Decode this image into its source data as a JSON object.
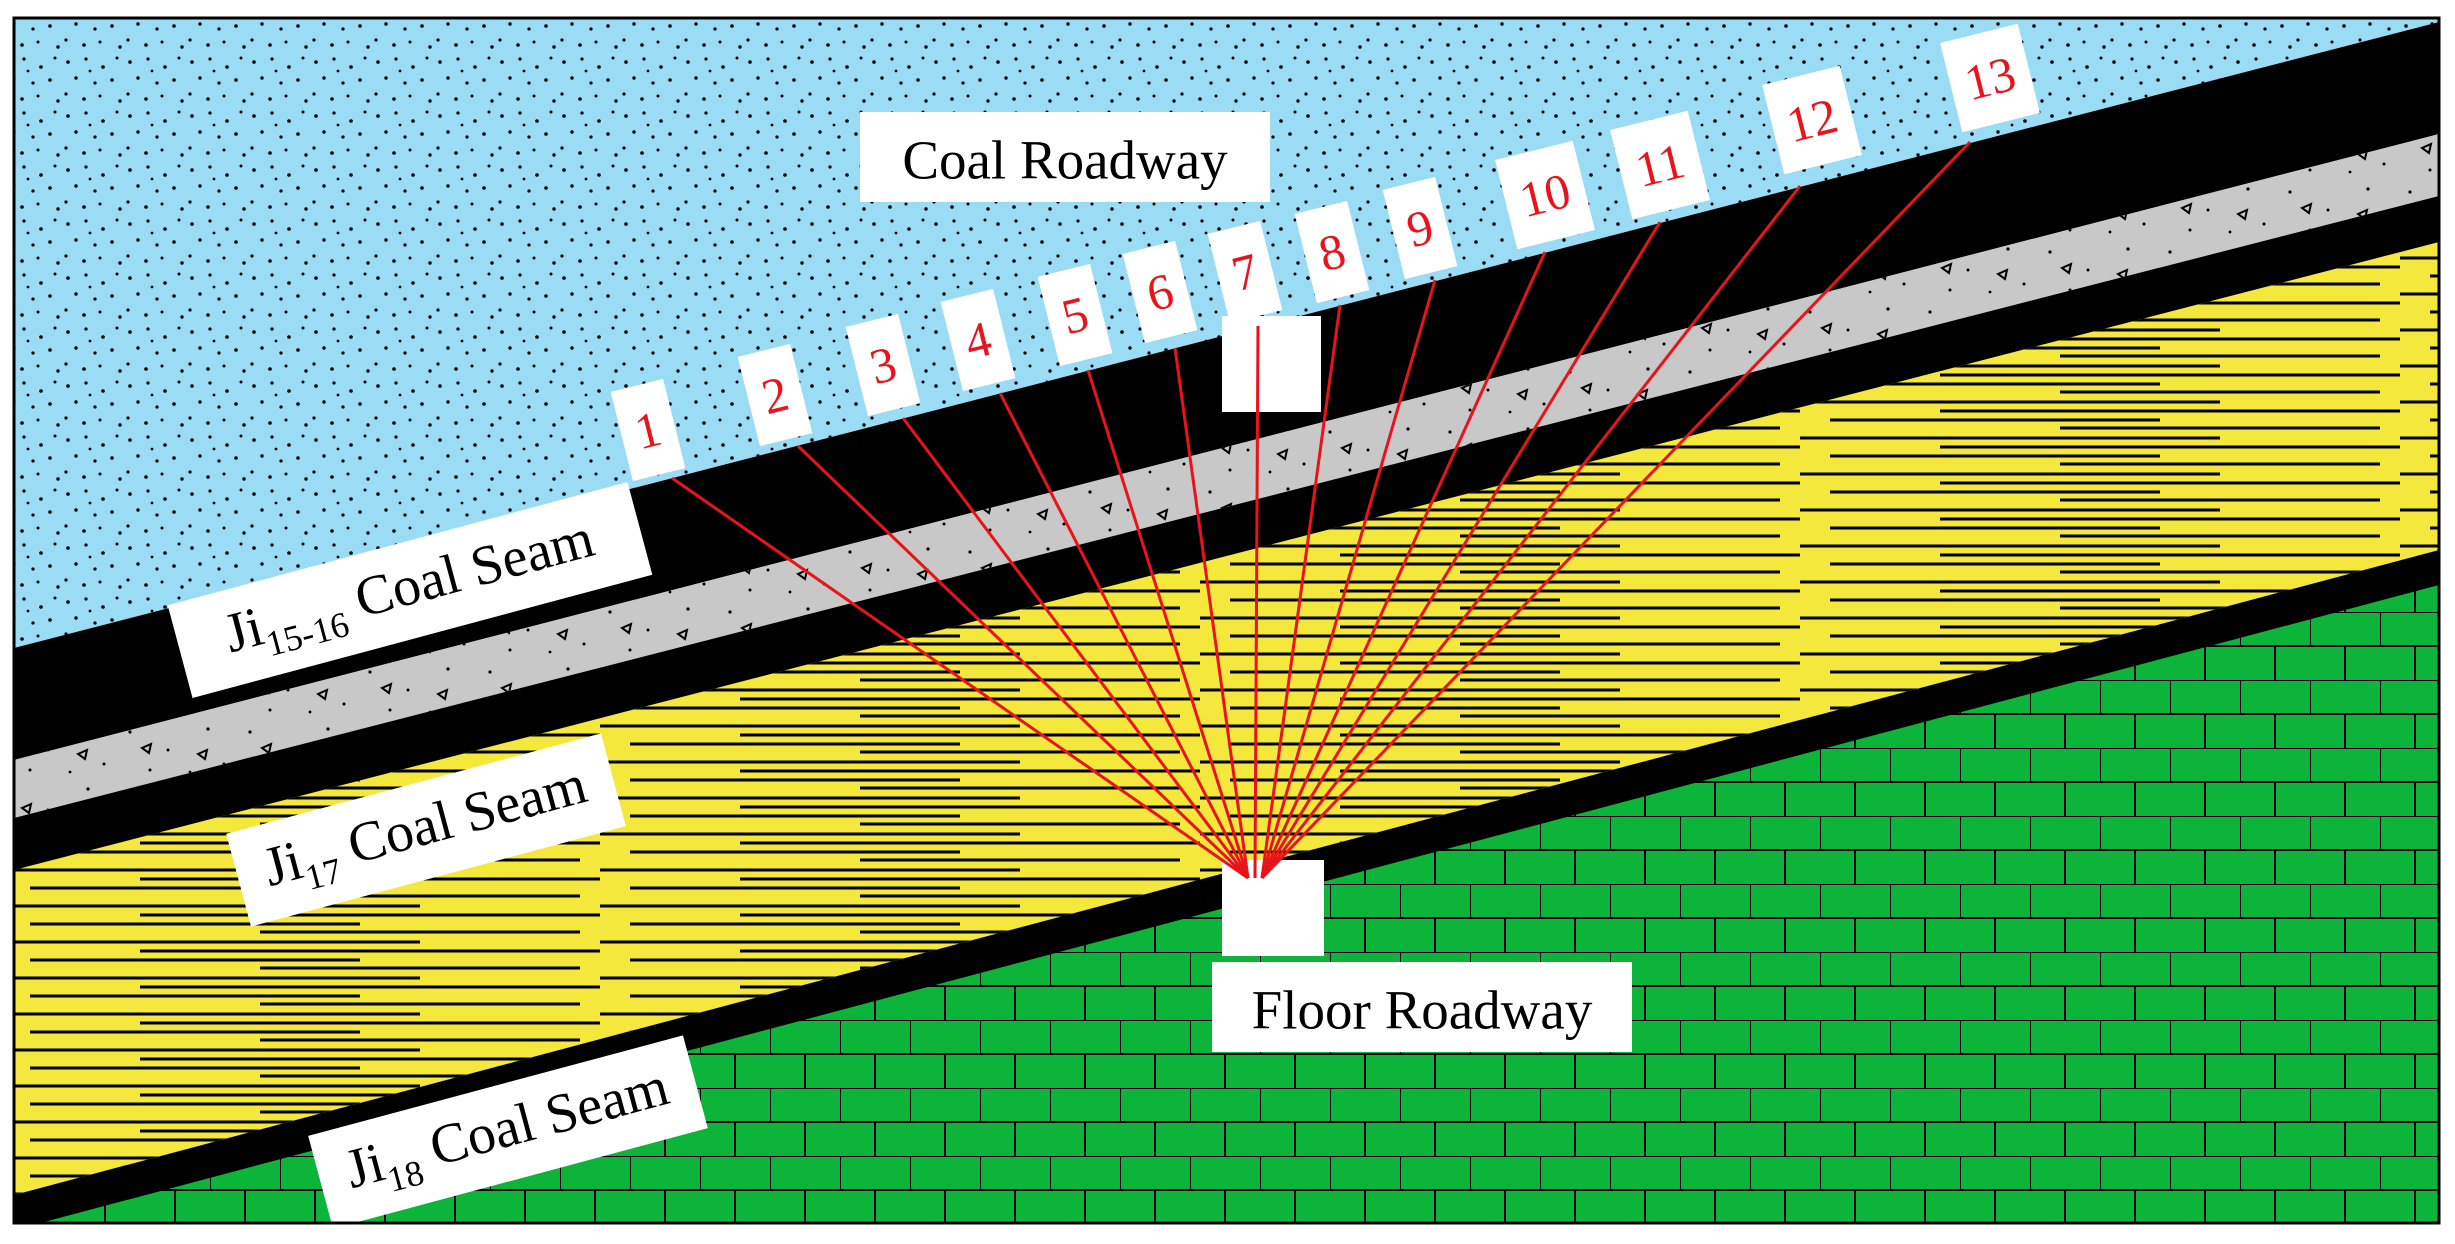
{
  "labels": {
    "coal_roadway": "Coal Roadway",
    "floor_roadway": "Floor Roadway",
    "seam_15_16": {
      "prefix": "Ji",
      "sub": "15-16",
      "suffix": " Coal Seam"
    },
    "seam_17": {
      "prefix": "Ji",
      "sub": "17",
      "suffix": " Coal Seam"
    },
    "seam_18": {
      "prefix": "Ji",
      "sub": "18",
      "suffix": " Coal Seam"
    }
  },
  "boreholes": [
    "1",
    "2",
    "3",
    "4",
    "5",
    "6",
    "7",
    "8",
    "9",
    "10",
    "11",
    "12",
    "13"
  ],
  "colors": {
    "sandstone": "#99dcf4",
    "coal": "#000000",
    "gray_rock": "#c8c8c8",
    "mudstone": "#f4e83c",
    "limestone": "#0cb43a",
    "borehole": "#e8131b"
  }
}
